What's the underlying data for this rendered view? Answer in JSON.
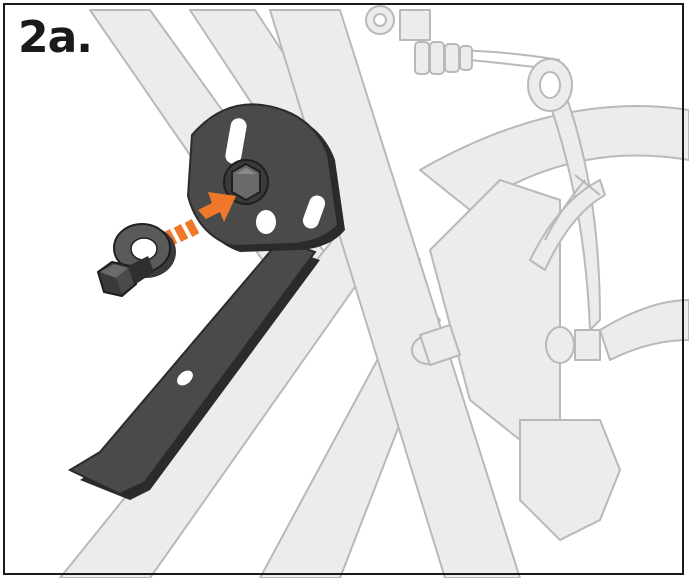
{
  "step": {
    "label": "2a."
  },
  "icons": {
    "bike_frame": "bicycle-frame-outline",
    "bracket": "fender-mount-bracket",
    "bolt": "hex-bolt",
    "washer": "flat-washer",
    "arrow": "insert-direction-arrow"
  },
  "colors": {
    "frame_fill": "#ececec",
    "frame_stroke": "#b9b9b9",
    "bracket_fill": "#4a4a4a",
    "bracket_edge": "#2b2b2b",
    "arrow": "#f0782a",
    "border": "#1a1a1a"
  }
}
